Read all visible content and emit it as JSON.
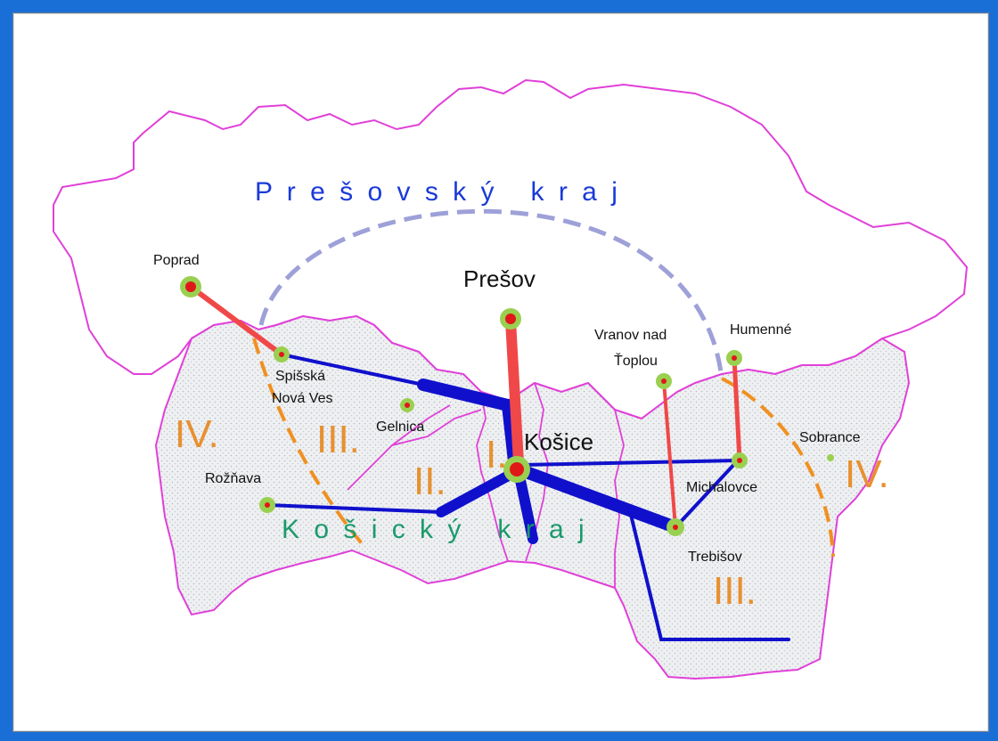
{
  "map": {
    "region_north_label": "P r e š o v s k ý   k r a j",
    "region_south_label": "K o š i c k ý   k r a j",
    "cities": {
      "poprad": "Poprad",
      "presov": "Prešov",
      "vranov_1": "Vranov nad",
      "vranov_2": "Ťoplou",
      "humenne": "Humenné",
      "spisska_1": "Spišská",
      "spisska_2": "Nová Ves",
      "gelnica": "Gelnica",
      "kosice": "Košice",
      "roznava": "Rožňava",
      "michalovce": "Michalovce",
      "trebisov": "Trebišov",
      "sobrance": "Sobrance"
    },
    "zones": {
      "zone_iv_west": "IV.",
      "zone_iii_west": "III.",
      "zone_ii": "II.",
      "zone_i": "I.",
      "zone_iii_east": "III.",
      "zone_iv_east": "IV."
    },
    "colors": {
      "border": "#e040d8",
      "north_fill": "#ffffff",
      "south_fill": "#eef0f2",
      "blue_road": "#1010cc",
      "red_road": "#f04848",
      "zone_arc": "#f09020",
      "region_arc": "#9ea0d8",
      "north_text": "#1a3ad8",
      "south_text": "#1a9a6a",
      "zone_text": "#e89030"
    }
  }
}
